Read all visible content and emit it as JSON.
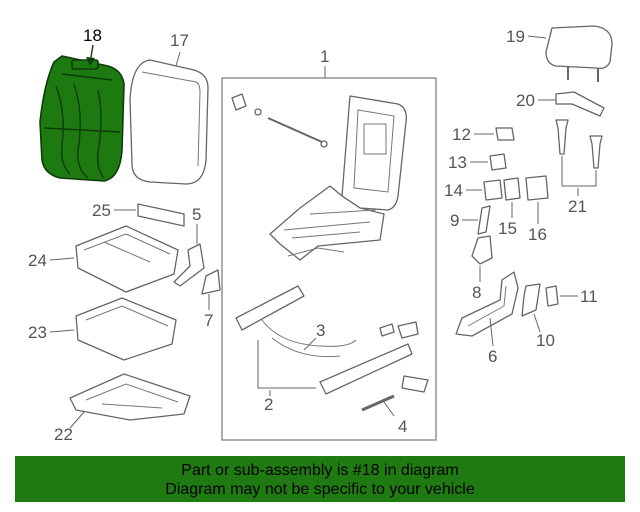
{
  "callouts": {
    "c1": "1",
    "c2": "2",
    "c3": "3",
    "c4": "4",
    "c5": "5",
    "c6": "6",
    "c7": "7",
    "c8": "8",
    "c9": "9",
    "c10": "10",
    "c11": "11",
    "c12": "12",
    "c13": "13",
    "c14": "14",
    "c15": "15",
    "c16": "16",
    "c17": "17",
    "c18": "18",
    "c19": "19",
    "c20": "20",
    "c21": "21",
    "c22": "22",
    "c23": "23",
    "c24": "24",
    "c25": "25"
  },
  "highlighted_part": "18",
  "colors": {
    "highlight": "#1d7a10",
    "banner": "#1f7a11",
    "line": "#666666"
  },
  "banner": {
    "line1": "Part or sub-assembly is #18 in diagram",
    "line2": "Diagram may not be specific to your vehicle"
  }
}
